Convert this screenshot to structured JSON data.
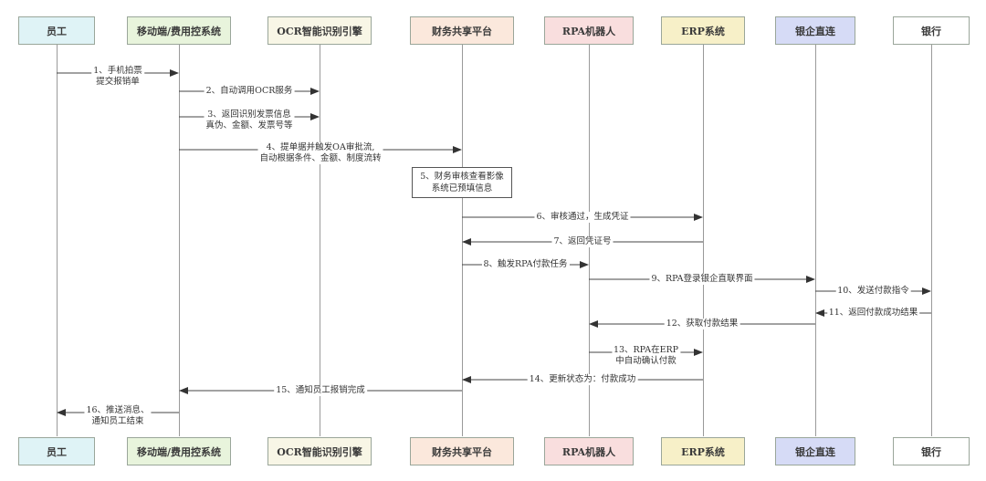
{
  "diagram": {
    "type": "sequence-diagram",
    "participants": [
      {
        "id": "employee",
        "label": "员工",
        "color": "#dff3f6"
      },
      {
        "id": "mobile",
        "label": "移动端/费用控系统",
        "color": "#e8f4dc"
      },
      {
        "id": "ocr",
        "label": "OCR智能识别引擎",
        "color": "#f8f6e6"
      },
      {
        "id": "finance",
        "label": "财务共享平台",
        "color": "#fbe8dc"
      },
      {
        "id": "rpa",
        "label": "RPA机器人",
        "color": "#f9dede"
      },
      {
        "id": "erp",
        "label": "ERP系统",
        "color": "#f7f0c8"
      },
      {
        "id": "bankdirect",
        "label": "银企直连",
        "color": "#d6dbf6"
      },
      {
        "id": "bank",
        "label": "银行",
        "color": "#ffffff"
      }
    ],
    "messages": [
      {
        "from": "employee",
        "to": "mobile",
        "lines": [
          "1、手机拍票",
          "提交报销单"
        ]
      },
      {
        "from": "mobile",
        "to": "ocr",
        "lines": [
          "2、自动调用OCR服务"
        ]
      },
      {
        "from": "mobile",
        "to": "ocr",
        "lines": [
          "3、返回识别发票信息",
          "真伪、金额、发票号等"
        ]
      },
      {
        "from": "mobile",
        "to": "finance",
        "lines": [
          "4、提单据并触发OA审批流,",
          "自动根据条件、金额、制度流转"
        ]
      },
      {
        "from": "finance",
        "to": "finance",
        "note": true,
        "lines": [
          "5、财务审核查看影像",
          "系统已预填信息"
        ]
      },
      {
        "from": "finance",
        "to": "erp",
        "lines": [
          "6、审核通过，生成凭证"
        ]
      },
      {
        "from": "erp",
        "to": "finance",
        "lines": [
          "7、返回凭证号"
        ]
      },
      {
        "from": "finance",
        "to": "rpa",
        "lines": [
          "8、触发RPA付款任务"
        ]
      },
      {
        "from": "rpa",
        "to": "bankdirect",
        "lines": [
          "9、RPA登录银企直联界面"
        ]
      },
      {
        "from": "bankdirect",
        "to": "bank",
        "lines": [
          "10、发送付款指令"
        ]
      },
      {
        "from": "bank",
        "to": "bankdirect",
        "lines": [
          "11、返回付款成功结果"
        ]
      },
      {
        "from": "bankdirect",
        "to": "rpa",
        "lines": [
          "12、获取付款结果"
        ]
      },
      {
        "from": "rpa",
        "to": "erp",
        "lines": [
          "13、RPA在ERP",
          "中自动确认付款"
        ]
      },
      {
        "from": "erp",
        "to": "finance",
        "lines": [
          "14、更新状态为：付款成功"
        ]
      },
      {
        "from": "finance",
        "to": "mobile",
        "lines": [
          "15、通知员工报销完成"
        ]
      },
      {
        "from": "mobile",
        "to": "employee",
        "lines": [
          "16、推送消息、",
          "通知员工结束"
        ]
      }
    ]
  }
}
